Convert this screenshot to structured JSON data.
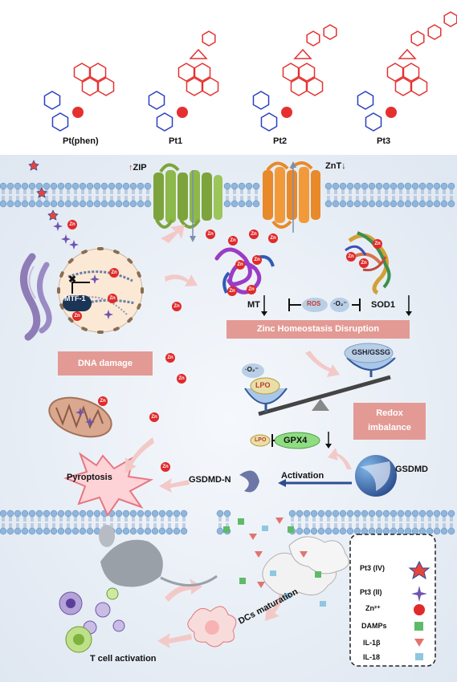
{
  "complexes": [
    "Pt(phen)",
    "Pt1",
    "Pt2",
    "Pt3"
  ],
  "labels": {
    "zip": "ZIP",
    "znt": "ZnT",
    "mtf1": "MTF-1",
    "mt": "MT",
    "ros": "ROS",
    "superoxide": "·O₂⁻",
    "sod1": "SOD1",
    "zinc_homeostasis": "Zinc Homeostasis Disruption",
    "dna_damage": "DNA damage",
    "gsh_gssg": "GSH/GSSG",
    "lpo": "LPO",
    "redox_1": "Redox",
    "redox_2": "imbalance",
    "gpx4": "GPX4",
    "pyroptosis": "Pyroptosis",
    "gsdmd_n": "GSDMD-N",
    "activation": "Activation",
    "gsdmd": "GSDMD",
    "dc_maturation": "DCs maturation",
    "t_cell_activation": "T cell activation"
  },
  "legend": [
    "Pt3 (IV)",
    "Pt3 (II)",
    "Zn²⁺",
    "DAMPs",
    "IL-1β",
    "IL-18"
  ],
  "zinc_ion_symbol": "Zn",
  "colors": {
    "zinc": "#e02a2a",
    "box": "#e39a94",
    "zip_channel": "#8db84a",
    "znt_channel": "#f29a3a",
    "gsdmd": "#2a4c8c"
  }
}
